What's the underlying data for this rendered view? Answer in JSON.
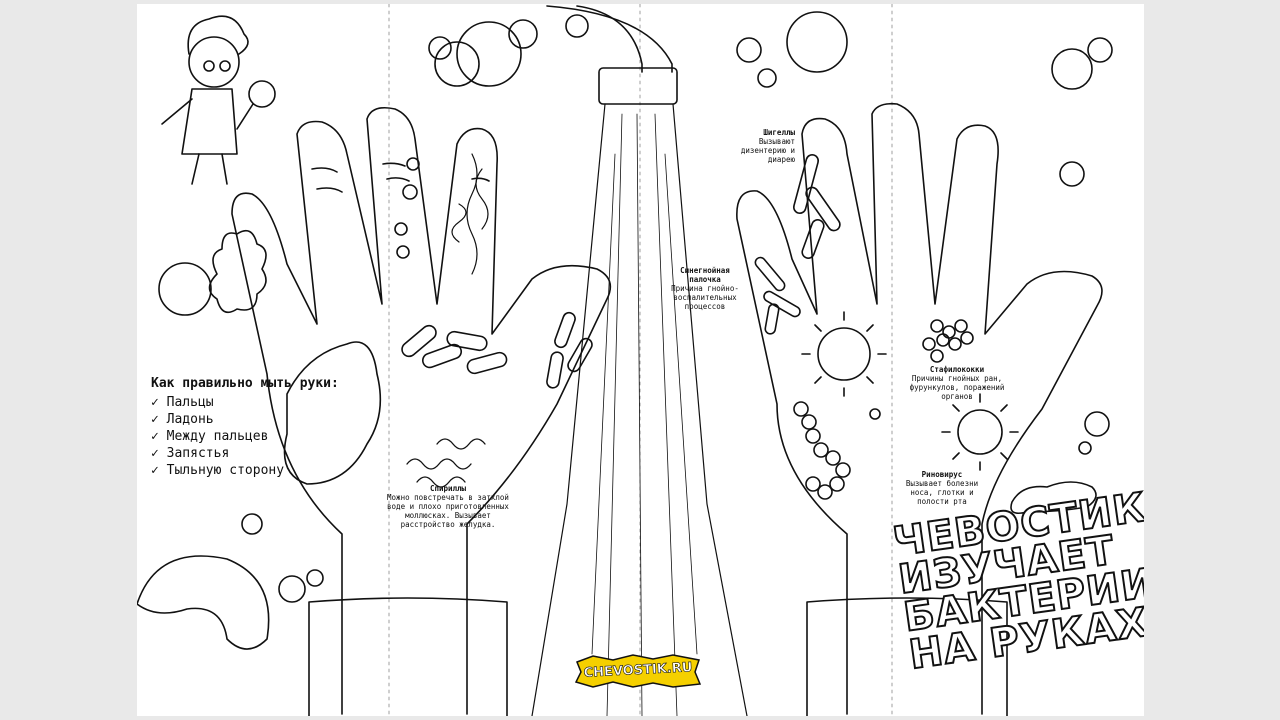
{
  "howto": {
    "title": "Как правильно мыть руки:",
    "items": [
      "Пальцы",
      "Ладонь",
      "Между пальцев",
      "Запястья",
      "Тыльную сторону"
    ]
  },
  "microbes": {
    "spirilla": {
      "name": "Спириллы",
      "description": "Можно повстречать в затхлой воде и плохо приготовленных моллюсках. Вызывает расстройство желудка."
    },
    "shigella": {
      "name": "Шигеллы",
      "description": "Вызывают дизентерию и диарею"
    },
    "pseudomonas": {
      "name": "Синегнойная палочка",
      "description": "Причина гнойно-воспалительных процессов"
    },
    "staphylococcus": {
      "name": "Стафилококки",
      "description": "Причины гнойных ран, фурункулов, поражений органов"
    },
    "rhinovirus": {
      "name": "Риновирус",
      "description": "Вызывает болезни носа, глотки и полости рта"
    }
  },
  "title_lines": [
    "ЧЕВОСТИК",
    "ИЗУЧАЕТ",
    "БАКТЕРИИ",
    "НА РУКАХ"
  ],
  "logo": "CHEVOSTIK.RU",
  "colors": {
    "background": "#e9e9e9",
    "sheet": "#ffffff",
    "ink": "#111111",
    "logo_yellow": "#f5d000"
  }
}
